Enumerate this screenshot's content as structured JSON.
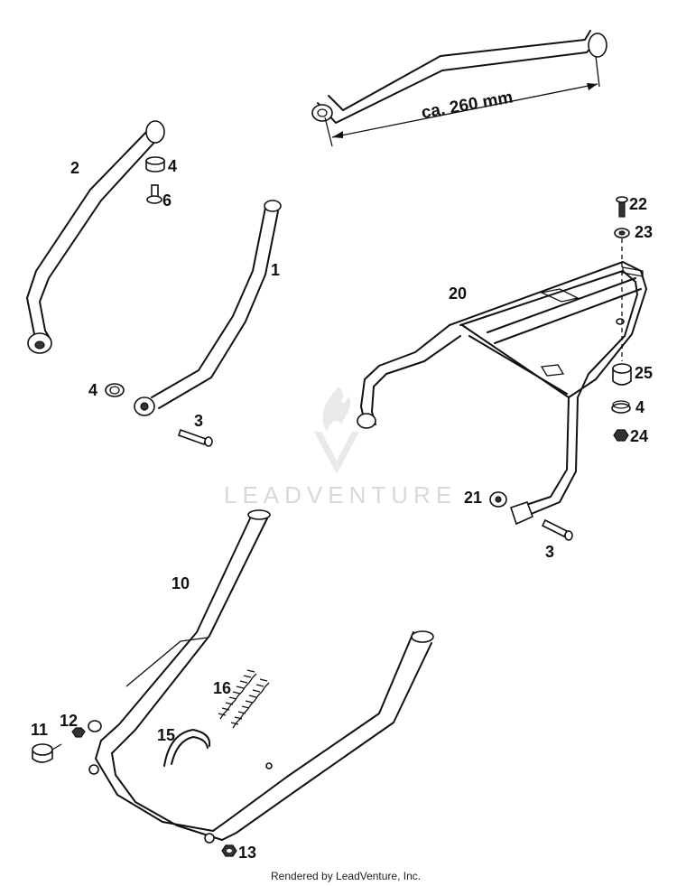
{
  "dimension": {
    "text": "ca. 260 mm"
  },
  "watermark": {
    "text": "LEADVENTURE"
  },
  "footer": {
    "text": "Rendered by LeadVenture, Inc."
  },
  "callouts": [
    {
      "id": "c2",
      "text": "2"
    },
    {
      "id": "c4a",
      "text": "4"
    },
    {
      "id": "c6",
      "text": "6"
    },
    {
      "id": "c1",
      "text": "1"
    },
    {
      "id": "c4b",
      "text": "4"
    },
    {
      "id": "c3a",
      "text": "3"
    },
    {
      "id": "c22",
      "text": "22"
    },
    {
      "id": "c23",
      "text": "23"
    },
    {
      "id": "c20",
      "text": "20"
    },
    {
      "id": "c25",
      "text": "25"
    },
    {
      "id": "c4c",
      "text": "4"
    },
    {
      "id": "c24",
      "text": "24"
    },
    {
      "id": "c21",
      "text": "21"
    },
    {
      "id": "c3b",
      "text": "3"
    },
    {
      "id": "c10",
      "text": "10"
    },
    {
      "id": "c16",
      "text": "16"
    },
    {
      "id": "c11",
      "text": "11"
    },
    {
      "id": "c12",
      "text": "12"
    },
    {
      "id": "c15",
      "text": "15"
    },
    {
      "id": "c13",
      "text": "13"
    }
  ]
}
